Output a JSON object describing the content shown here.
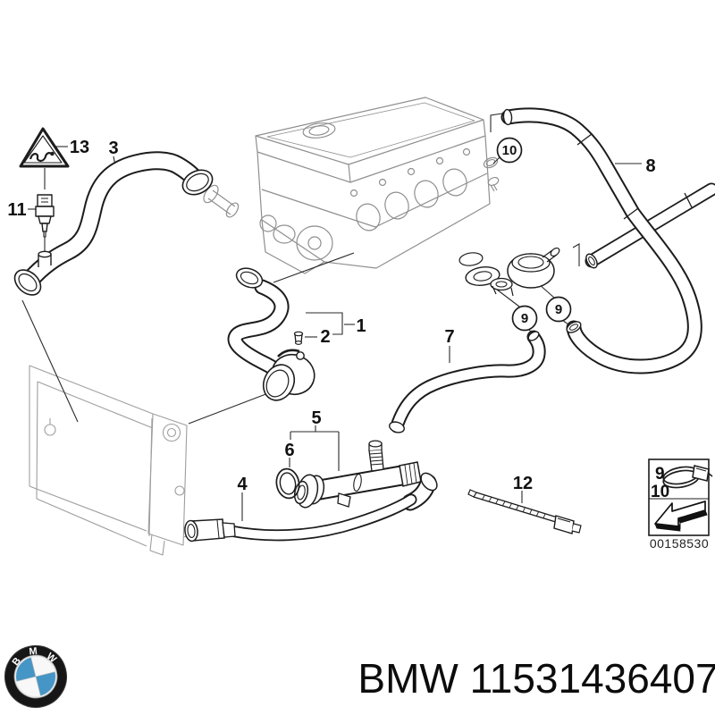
{
  "labels": {
    "n1": "1",
    "n2": "2",
    "n3": "3",
    "n4": "4",
    "n5": "5",
    "n6": "6",
    "n7": "7",
    "n8": "8",
    "n9": "9",
    "n10": "10",
    "n11": "11",
    "n12": "12",
    "n13": "13"
  },
  "legend": {
    "row1": "9",
    "row2": "10",
    "diagram_number": "00158530"
  },
  "footer": {
    "part_label": "BMW 11531436407",
    "logo_letters": [
      "B",
      "M",
      "W"
    ]
  },
  "colors": {
    "logo_blue": "#4596c6",
    "part_line": "#1c1c1c",
    "engine_line": "#8f8f8f",
    "radiator_line": "#9e9e9e"
  },
  "icons": {
    "warning": "warning-triangle-icon",
    "clamp": "hose-clamp-icon",
    "direction": "direction-arrow-icon",
    "logo": "bmw-roundel-icon"
  }
}
